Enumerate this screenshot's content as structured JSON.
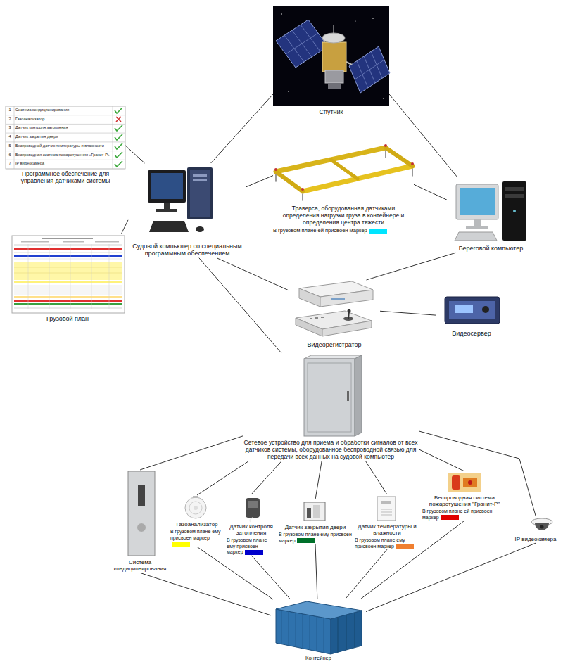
{
  "diagram": {
    "nodes": [
      {
        "text": [
          "Спутник"
        ]
      },
      {
        "text": [
          "Программное обеспечение для управления датчиками системы"
        ]
      },
      {
        "text": [
          "Судовой компьютер со специальным программным обеспечением"
        ]
      },
      {
        "text": [
          "Траверса, оборудованная датчиками определения нагрузки груза в контейнере и определения центра тяжести"
        ]
      },
      {
        "text": [
          "Береговой компьютер"
        ]
      },
      {
        "text": [
          "Грузовой план"
        ]
      },
      {
        "text": [
          "Видеорегистратор"
        ]
      },
      {
        "text": [
          "Видеосервер"
        ]
      },
      {
        "text": [
          "Сетевое устройство для приема и обработки сигналов от всех датчиков системы, оборудованное беспроводной связью для передачи всех данных на судовой компьютер"
        ]
      },
      {
        "text": [
          "Система кондиционирования"
        ]
      },
      {
        "text": [
          "Газоанализатор"
        ]
      },
      {
        "text": [
          "Датчик контроля затопления"
        ]
      },
      {
        "text": [
          "Датчик закрытия двери"
        ]
      },
      {
        "text": [
          "Датчик температуры и влажности"
        ]
      },
      {
        "text": [
          "Беспроводная система пожаротушения \"Гранит-Р\""
        ]
      },
      {
        "text": [
          "IP видеокамера"
        ]
      },
      {
        "text": [
          "Контейнер"
        ]
      }
    ],
    "edges": [
      {
        "from": 0,
        "to": 2,
        "arrow": "none"
      },
      {
        "from": 0,
        "to": 4,
        "arrow": "none"
      },
      {
        "from": 1,
        "to": 2,
        "arrow": "none"
      },
      {
        "from": 2,
        "to": 3,
        "arrow": "none"
      },
      {
        "from": 3,
        "to": 4,
        "arrow": "none"
      },
      {
        "from": 5,
        "to": 2,
        "arrow": "none"
      },
      {
        "from": 2,
        "to": 6,
        "arrow": "none"
      },
      {
        "from": 4,
        "to": 6,
        "arrow": "none"
      },
      {
        "from": 6,
        "to": 7,
        "arrow": "none"
      },
      {
        "from": 2,
        "to": 8,
        "arrow": "none"
      },
      {
        "from": 8,
        "to": 9,
        "arrow": "none"
      },
      {
        "from": 8,
        "to": 10,
        "arrow": "none"
      },
      {
        "from": 8,
        "to": 11,
        "arrow": "none"
      },
      {
        "from": 8,
        "to": 12,
        "arrow": "none"
      },
      {
        "from": 8,
        "to": 13,
        "arrow": "none"
      },
      {
        "from": 8,
        "to": 14,
        "arrow": "none"
      },
      {
        "from": 8,
        "to": 15,
        "arrow": "none"
      },
      {
        "from": 9,
        "to": 16,
        "arrow": "none"
      },
      {
        "from": 10,
        "to": 16,
        "arrow": "none"
      },
      {
        "from": 11,
        "to": 16,
        "arrow": "none"
      },
      {
        "from": 12,
        "to": 16,
        "arrow": "none"
      },
      {
        "from": 13,
        "to": 16,
        "arrow": "none"
      },
      {
        "from": 14,
        "to": 16,
        "arrow": "none"
      },
      {
        "from": 15,
        "to": 16,
        "arrow": "none"
      }
    ],
    "labels": [
      "1",
      "Система кондиционирования",
      "2",
      "Газоанализатор",
      "3",
      "Датчик контроля затопления",
      "4",
      "Датчик закрытия двери",
      "5",
      "Беспроводной датчик температуры и влажности",
      "6",
      "Беспроводная система пожаротушения «Гранит-Р»",
      "7",
      "IP видеокамера"
    ],
    "legend": [
      {
        "text": "В грузовом плане ей присвоен маркер",
        "color": "#00e5ff"
      },
      {
        "text": "В грузовом плане ему присвоен маркер",
        "color": "#ffff00"
      },
      {
        "text": "В грузовом плане ему присвоен маркер",
        "color": "#0000cc"
      },
      {
        "text": "В грузовом плане ему присвоен маркер",
        "color": "#00702a"
      },
      {
        "text": "В грузовом плане ему присвоен маркер",
        "color": "#f07f30"
      },
      {
        "text": "В грузовом плане ей присвоен маркер",
        "color": "#e00000"
      }
    ]
  }
}
